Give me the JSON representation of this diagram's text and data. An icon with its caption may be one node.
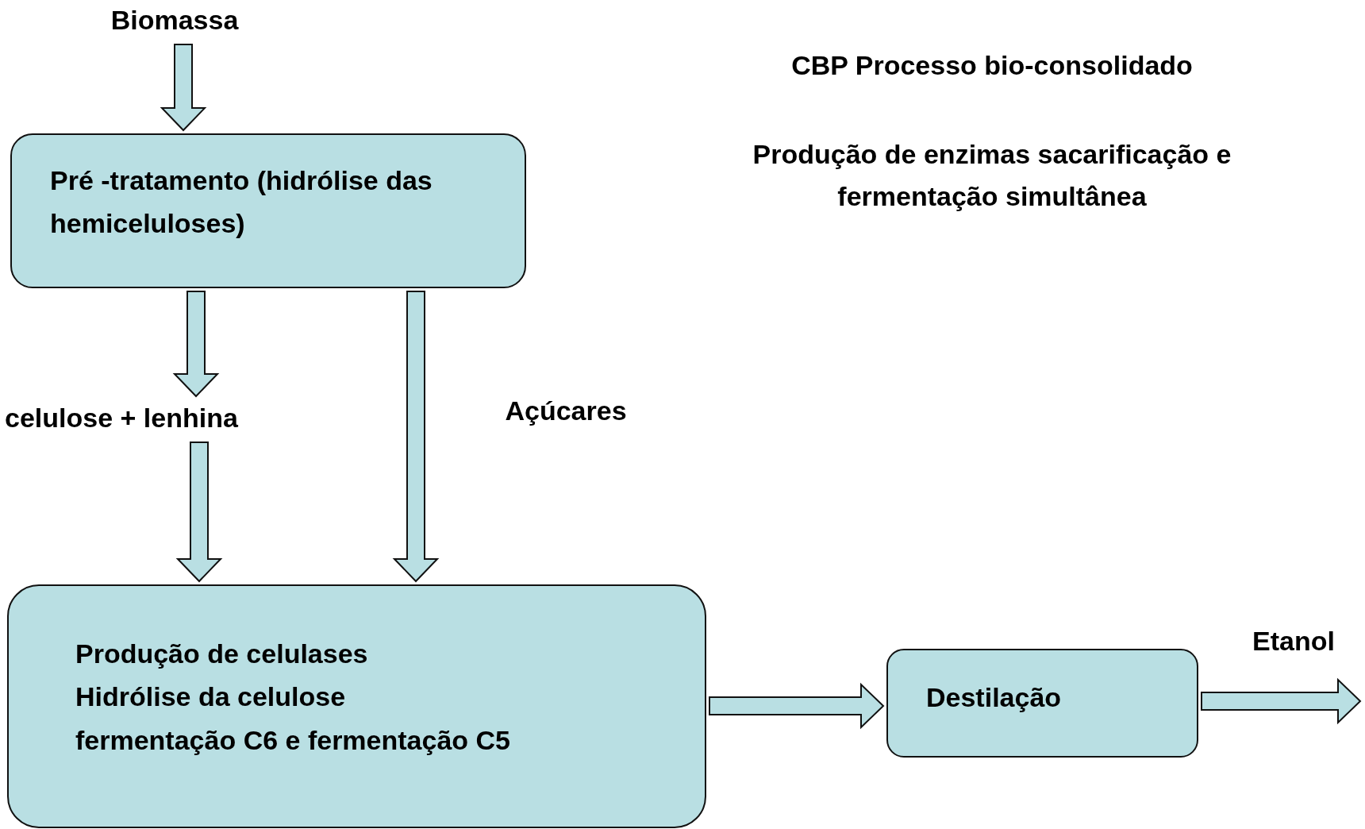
{
  "diagram": {
    "nodes": [
      {
        "text": [
          "Biomassa"
        ]
      },
      {
        "text": [
          "Pré -tratamento (hidrólise das hemiceluloses)"
        ]
      },
      {
        "text": [
          "celulose + lenhina"
        ]
      },
      {
        "text": [
          "Produção de celulases",
          "Hidrólise da celulose",
          "fermentação C6 e fermentação C5"
        ]
      },
      {
        "text": [
          "Destilação"
        ]
      }
    ],
    "edges": [
      {
        "from": 0,
        "to": 1,
        "arrow": "to"
      },
      {
        "from": 1,
        "to": 2,
        "arrow": "to"
      },
      {
        "from": 2,
        "to": 3,
        "arrow": "to"
      },
      {
        "from": 1,
        "to": 3,
        "arrow": "to",
        "label": "Açúcares"
      },
      {
        "from": 3,
        "to": 4,
        "arrow": "to"
      },
      {
        "from": 4,
        "to": null,
        "arrow": "to",
        "label": "Etanol"
      }
    ],
    "labels": [
      "CBP Processo bio-consolidado",
      "Produção de enzimas sacarificação e fermentação simultânea"
    ]
  }
}
